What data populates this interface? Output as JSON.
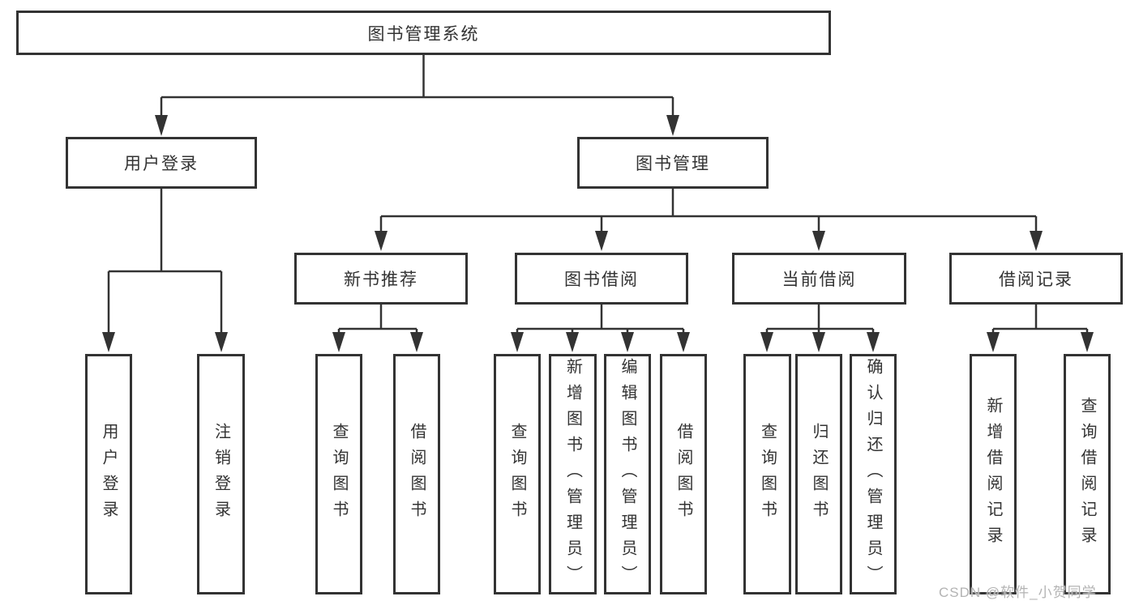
{
  "diagram": {
    "root": {
      "label": "图书管理系统"
    },
    "branches": [
      {
        "label": "用户登录",
        "children": [
          "用户登录",
          "注销登录"
        ]
      },
      {
        "label": "图书管理",
        "groups": [
          {
            "label": "新书推荐",
            "children": [
              "查询图书",
              "借阅图书"
            ]
          },
          {
            "label": "图书借阅",
            "children": [
              "查询图书",
              "新增图书（管理员）",
              "编辑图书（管理员）",
              "借阅图书"
            ]
          },
          {
            "label": "当前借阅",
            "children": [
              "查询图书",
              "归还图书",
              "确认归还（管理员）"
            ]
          },
          {
            "label": "借阅记录",
            "children": [
              "新增借阅记录",
              "查询借阅记录"
            ]
          }
        ]
      }
    ]
  },
  "watermark": {
    "text": "CSDN @软件_小贺同学"
  },
  "colors": {
    "line": "#333333",
    "text": "#333333",
    "background": "#ffffff",
    "watermark": "#b3b3b3"
  }
}
